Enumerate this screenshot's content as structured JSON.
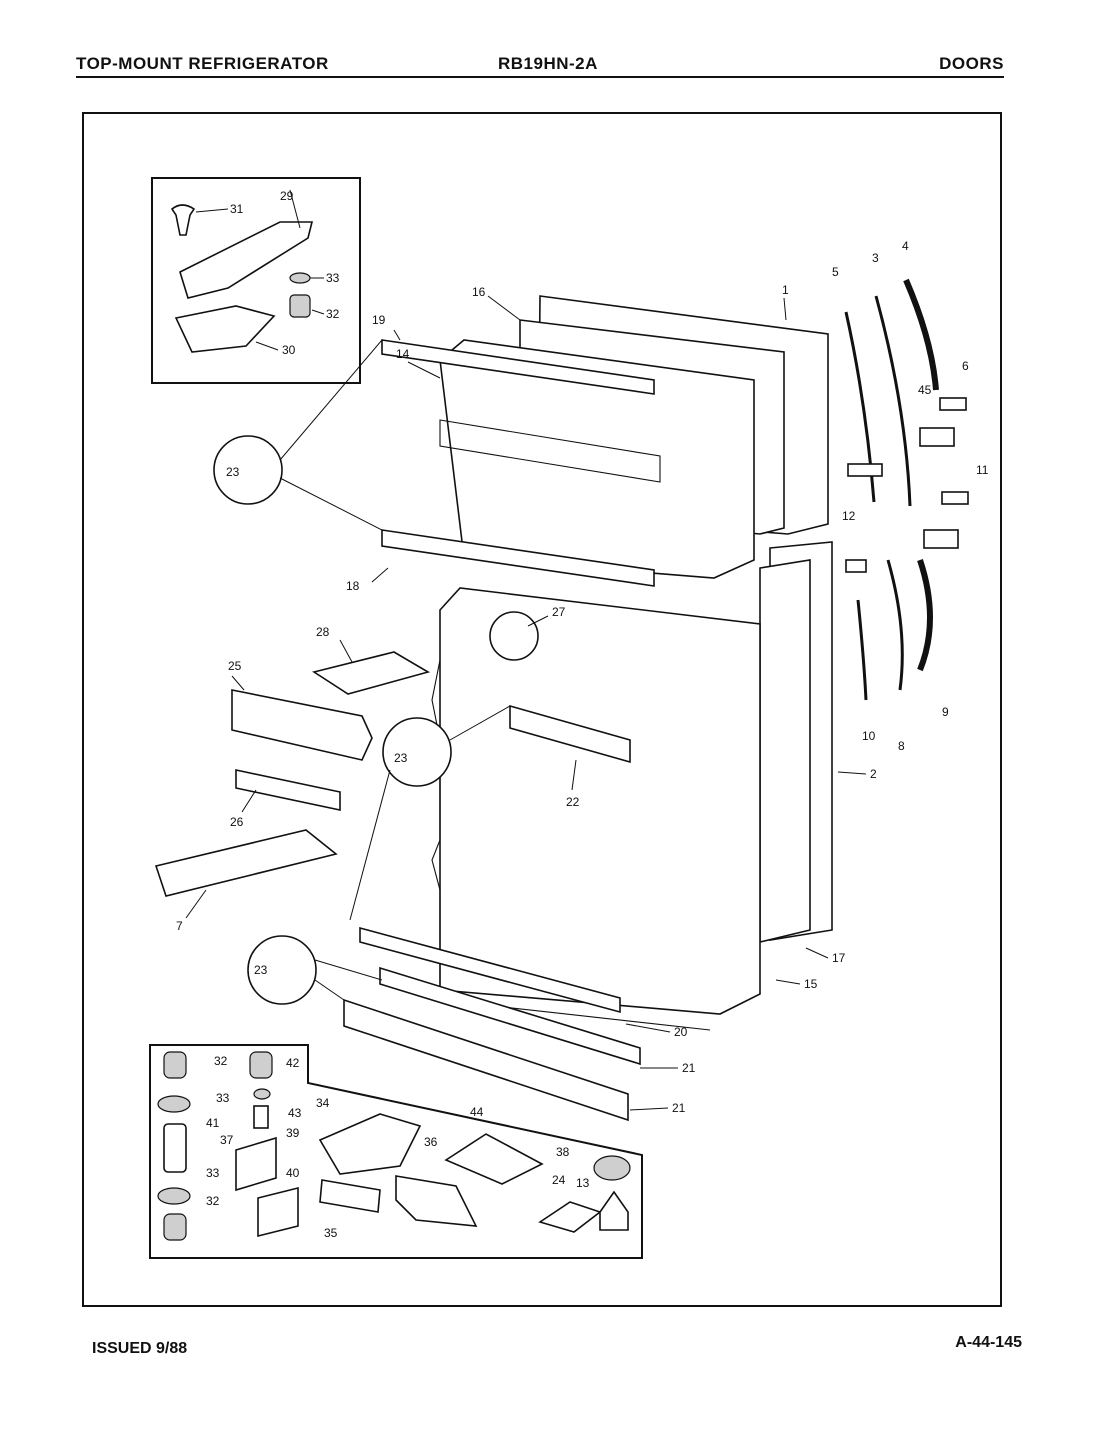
{
  "header": {
    "left": "TOP-MOUNT REFRIGERATOR",
    "center": "RB19HN-2A",
    "right": "DOORS"
  },
  "footer": {
    "issued": "ISSUED 9/88",
    "page_code": "A-44-145"
  },
  "callouts": {
    "c1": "1",
    "c2": "2",
    "c3": "3",
    "c4": "4",
    "c5": "5",
    "c6": "6",
    "c7": "7",
    "c8": "8",
    "c9": "9",
    "c10": "10",
    "c11": "11",
    "c12": "12",
    "c13": "13",
    "c14": "14",
    "c15": "15",
    "c16": "16",
    "c17": "17",
    "c18": "18",
    "c19": "19",
    "c20": "20",
    "c21": "21",
    "c22": "22",
    "c23": "23",
    "c24": "24",
    "c25": "25",
    "c26": "26",
    "c27": "27",
    "c28": "28",
    "c29": "29",
    "c30": "30",
    "c31": "31",
    "c32": "32",
    "c33": "33",
    "c34": "34",
    "c35": "35",
    "c36": "36",
    "c37": "37",
    "c38": "38",
    "c39": "39",
    "c40": "40",
    "c41": "41",
    "c42": "42",
    "c43": "43",
    "c44": "44",
    "c45": "45"
  }
}
